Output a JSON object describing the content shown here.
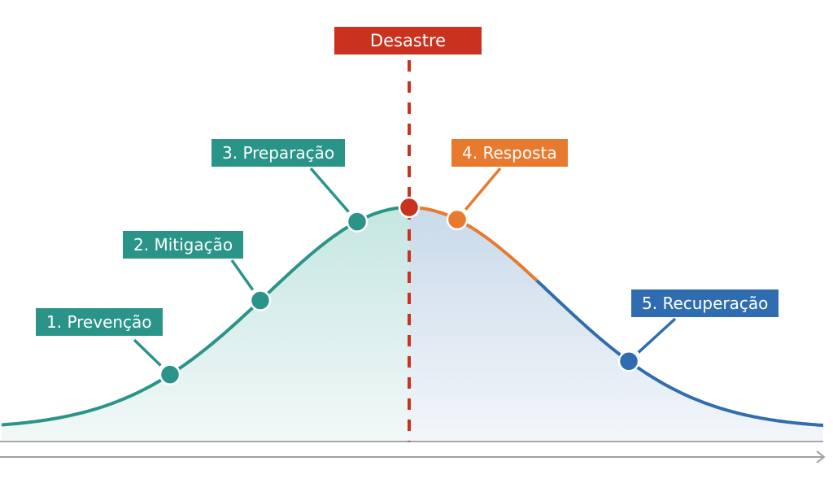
{
  "title": "Desastre",
  "phases": [
    {
      "label": "1. Prevenção",
      "color": "#2a9488"
    },
    {
      "label": "2. Mitigação",
      "color": "#2a9488"
    },
    {
      "label": "3. Preparação",
      "color": "#2a9488"
    },
    {
      "label": "4. Resposta",
      "color": "#e87a30"
    },
    {
      "label": "5. Recuperação",
      "color": "#2f6db0"
    }
  ],
  "colors": {
    "disaster": "#c8321e",
    "teal": "#2a9488",
    "orange": "#e87a30",
    "blue": "#2f6db0"
  }
}
